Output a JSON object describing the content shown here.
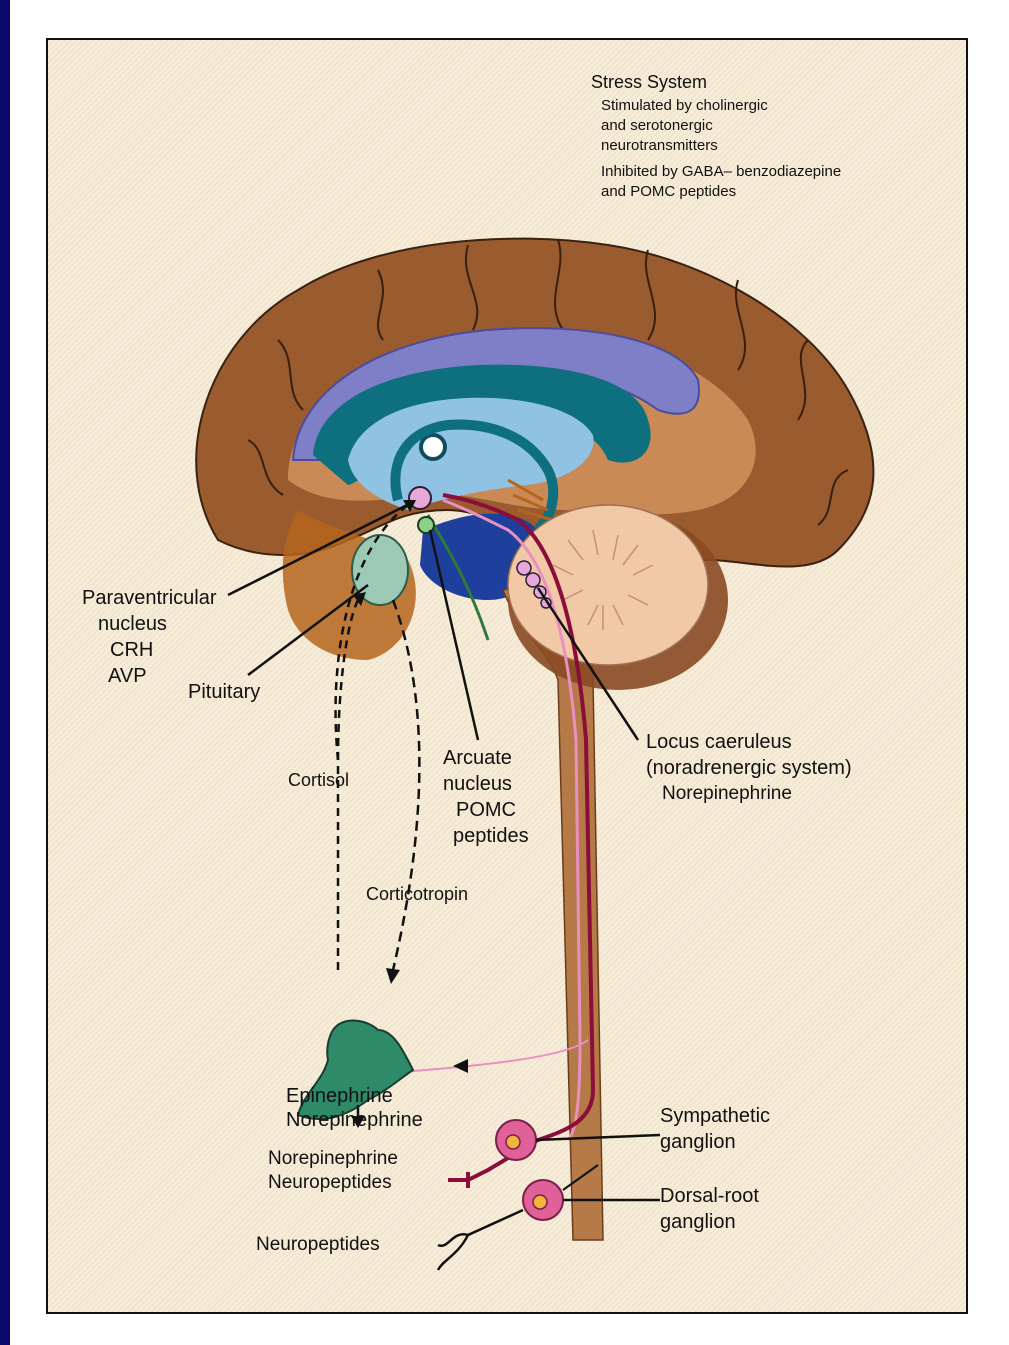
{
  "stress_system": {
    "title": "Stress System",
    "line1": "Stimulated by cholinergic",
    "line2": "and serotonergic",
    "line3": "neurotransmitters",
    "line4": "Inhibited by GABA– benzodiazepine",
    "line5": "and POMC peptides"
  },
  "labels": {
    "paraventricular": "Paraventricular",
    "nucleus": "nucleus",
    "crh": "CRH",
    "avp": "AVP",
    "pituitary": "Pituitary",
    "cortisol": "Cortisol",
    "arcuate": "Arcuate",
    "arcuate_nucleus": "nucleus",
    "pomc": "POMC",
    "peptides": "peptides",
    "locus": "Locus caeruleus",
    "noradrenergic": "(noradrenergic system)",
    "locus_ne": "Norepinephrine",
    "corticotropin": "Corticotropin",
    "epinephrine": "Epinephrine",
    "adrenal_ne": "Norepinephrine",
    "symp_ne": "Norepinephrine",
    "symp_np": "Neuropeptides",
    "sympathetic": "Sympathetic",
    "symp_ganglion": "ganglion",
    "dorsal": "Dorsal-root",
    "dorsal_ganglion": "ganglion",
    "neuropeptides": "Neuropeptides"
  },
  "colors": {
    "cortex": "#9a5b2e",
    "inner_brown": "#c98a55",
    "purple": "#7e7fc6",
    "teal": "#0e6f7f",
    "light_blue": "#8fc2e3",
    "brainstem": "#b57a47",
    "cerebellum": "#f2c9a6",
    "adrenal": "#2f8a6a",
    "ganglion": "#e0609a",
    "tract_dark": "#8a0d3a",
    "tract_pink": "#e890c0"
  }
}
